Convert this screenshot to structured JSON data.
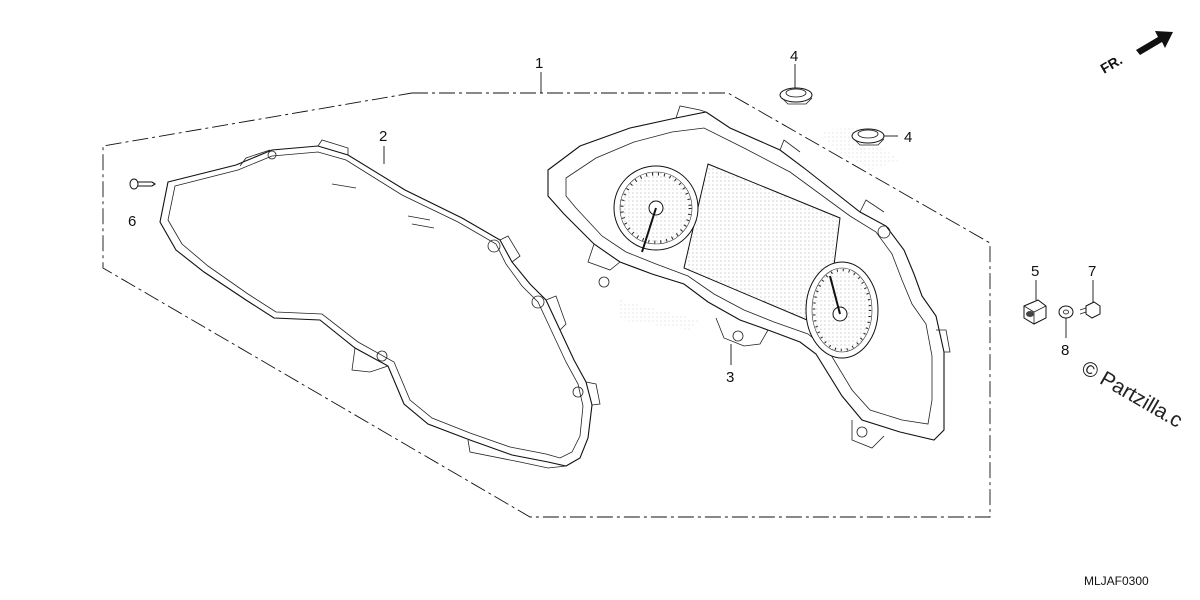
{
  "diagram": {
    "callouts": {
      "c1": "1",
      "c2": "2",
      "c3": "3",
      "c4a": "4",
      "c4b": "4",
      "c5": "5",
      "c6": "6",
      "c7": "7",
      "c8": "8"
    },
    "front_label": "FR.",
    "watermark": "© Partzilla.c",
    "part_code": "MLJAF0300"
  }
}
